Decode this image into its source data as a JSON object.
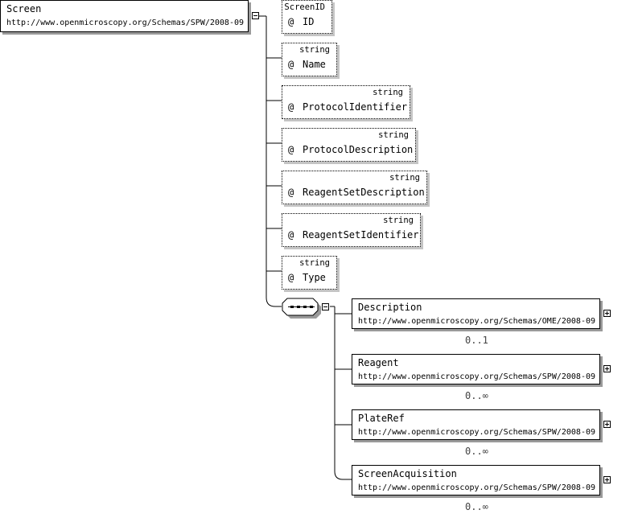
{
  "root": {
    "name": "Screen",
    "namespace": "http://www.openmicroscopy.org/Schemas/SPW/2008-09"
  },
  "attributes": [
    {
      "type": "ScreenID",
      "at": "@",
      "name": "ID"
    },
    {
      "type": "string",
      "at": "@",
      "name": "Name"
    },
    {
      "type": "string",
      "at": "@",
      "name": "ProtocolIdentifier"
    },
    {
      "type": "string",
      "at": "@",
      "name": "ProtocolDescription"
    },
    {
      "type": "string",
      "at": "@",
      "name": "ReagentSetDescription"
    },
    {
      "type": "string",
      "at": "@",
      "name": "ReagentSetIdentifier"
    },
    {
      "type": "string",
      "at": "@",
      "name": "Type"
    }
  ],
  "children": [
    {
      "name": "Description",
      "namespace": "http://www.openmicroscopy.org/Schemas/OME/2008-09",
      "cardinality": "0..1"
    },
    {
      "name": "Reagent",
      "namespace": "http://www.openmicroscopy.org/Schemas/SPW/2008-09",
      "cardinality": "0..∞"
    },
    {
      "name": "PlateRef",
      "namespace": "http://www.openmicroscopy.org/Schemas/SPW/2008-09",
      "cardinality": "0..∞"
    },
    {
      "name": "ScreenAcquisition",
      "namespace": "http://www.openmicroscopy.org/Schemas/SPW/2008-09",
      "cardinality": "0..∞"
    }
  ],
  "colors": {
    "line": "#000000",
    "shadow": "#9a9a9a",
    "cardinality": "#444444"
  }
}
